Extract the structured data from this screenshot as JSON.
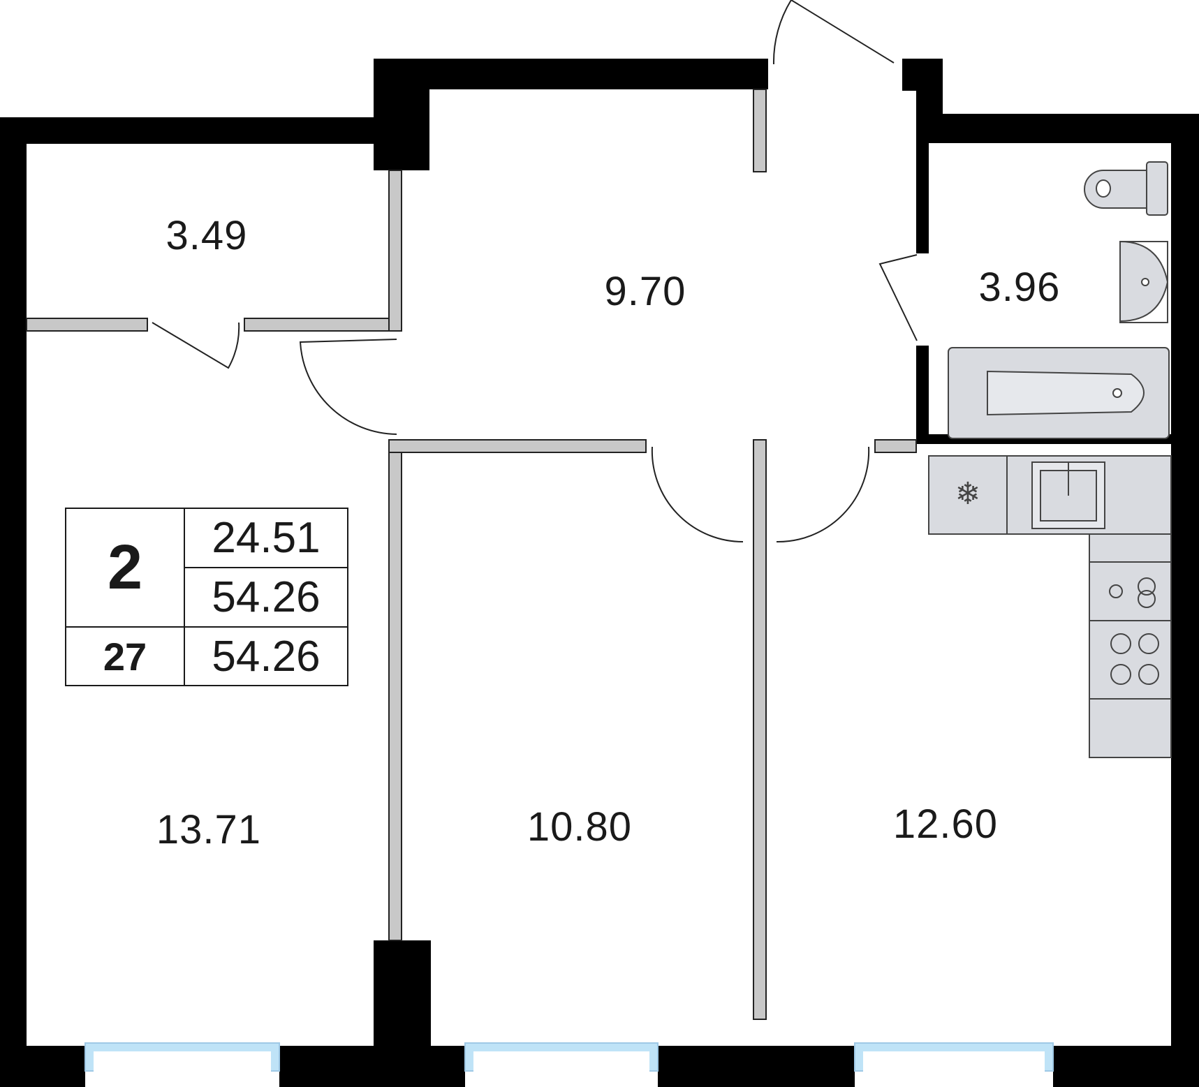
{
  "plan": {
    "rooms": [
      {
        "id": "storage",
        "area": "3.49"
      },
      {
        "id": "hallway",
        "area": "9.70"
      },
      {
        "id": "bathroom",
        "area": "3.96"
      },
      {
        "id": "living-room",
        "area": "13.71"
      },
      {
        "id": "bedroom",
        "area": "10.80"
      },
      {
        "id": "kitchen",
        "area": "12.60"
      }
    ],
    "info": {
      "rooms_count": "2",
      "living_area": "24.51",
      "total_area": "54.26",
      "apartment_number": "27",
      "total_area_2": "54.26"
    },
    "fixtures": [
      "toilet-icon",
      "sink-icon",
      "bathtub-icon",
      "fridge-icon",
      "kitchen-sink-icon",
      "dishwasher-icon",
      "stove-icon"
    ],
    "colors": {
      "wall": "#000000",
      "partition": "#c8c8c8",
      "furniture": "#d9dbe0",
      "window": "#bfe3f7",
      "text": "#1a1a1a"
    }
  }
}
